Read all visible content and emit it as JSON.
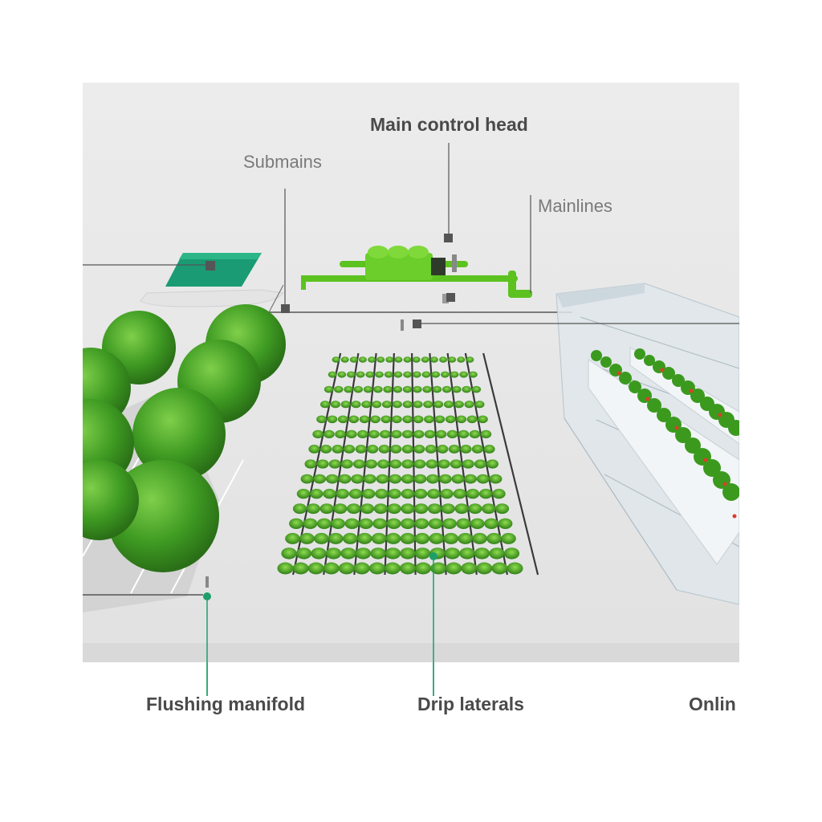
{
  "labels": {
    "main_control_head": "Main control head",
    "submains": "Submains",
    "mainlines": "Mainlines",
    "flushing_manifold": "Flushing manifold",
    "drip_laterals": "Drip laterals",
    "online_partial": "Onlin"
  },
  "colors": {
    "background": "#ebebeb",
    "accent_green": "#1e9e6a",
    "pipe_green": "#5cc21f",
    "leader_dark": "#555555",
    "plant_green": "#3f9a1c"
  }
}
